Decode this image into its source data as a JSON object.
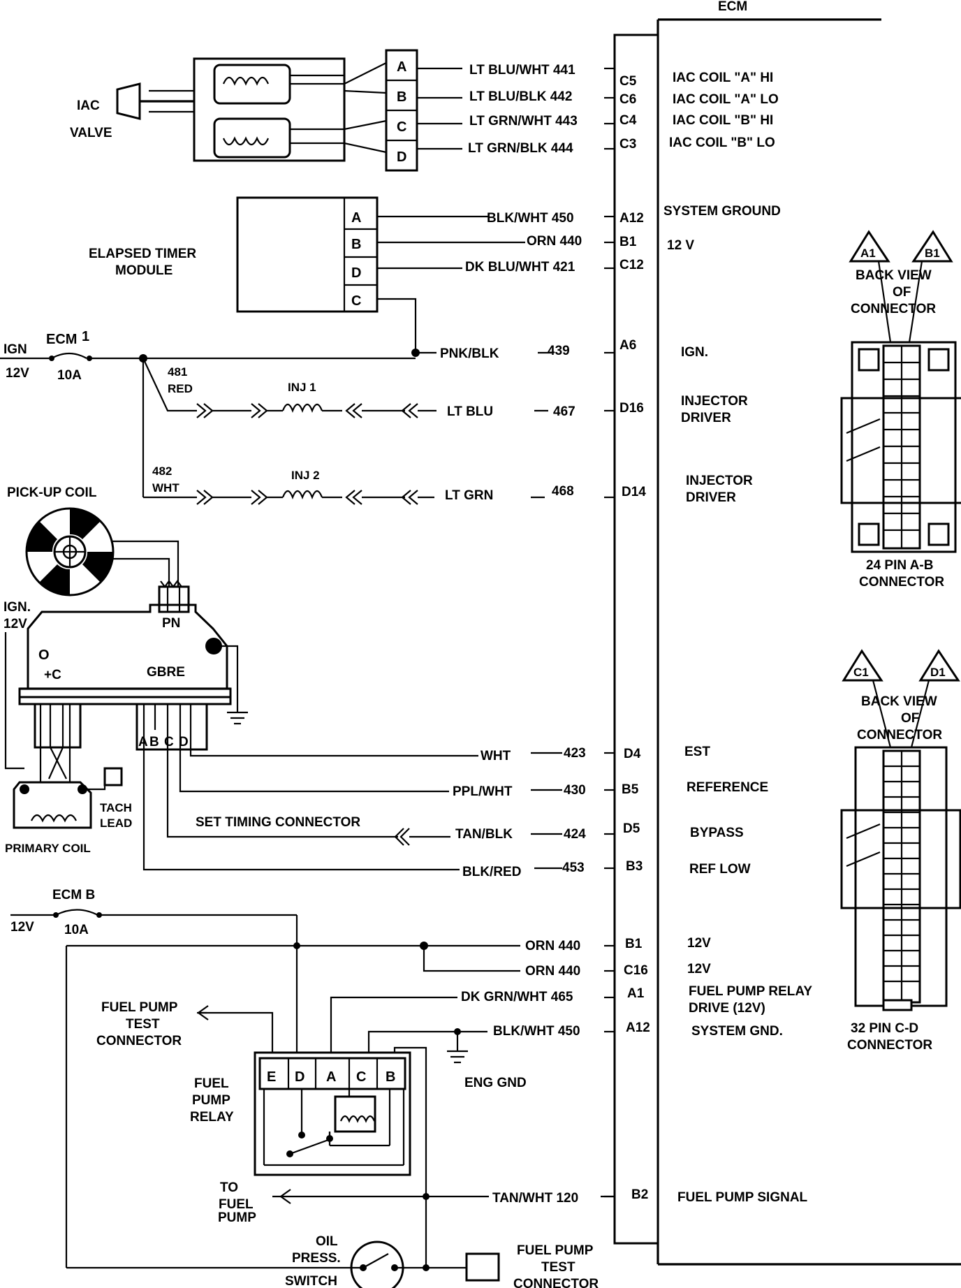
{
  "ecm": {
    "title": "ECM"
  },
  "iac": {
    "label1": "IAC",
    "label2": "VALVE",
    "pins": [
      "A",
      "B",
      "C",
      "D"
    ],
    "wires": [
      "LT BLU/WHT 441",
      "LT BLU/BLK  442",
      "LT GRN/WHT 443",
      "LT GRN/BLK  444"
    ],
    "ecm_pins": [
      "C5",
      "C6",
      "C4",
      "C3"
    ],
    "functions": [
      "IAC COIL \"A\" HI",
      "IAC COIL \"A\" LO",
      "IAC COIL \"B\" HI",
      "IAC COIL \"B\" LO"
    ]
  },
  "timer": {
    "label1": "ELAPSED TIMER",
    "label2": "MODULE",
    "pins": [
      "A",
      "B",
      "D",
      "C"
    ],
    "wires": [
      "BLK/WHT 450",
      "ORN 440",
      "DK BLU/WHT 421"
    ],
    "ecm_pins": [
      "A12",
      "B1",
      "C12"
    ],
    "functions": [
      "SYSTEM GROUND",
      "12 V"
    ]
  },
  "ign": {
    "ign_label": "IGN",
    "v12": "12V",
    "fuse_name": "ECM",
    "fuse_num": "1",
    "fuse_amp": "10A",
    "wire": "PNK/BLK",
    "wire_num": "439",
    "ecm_pin": "A6",
    "function": "IGN."
  },
  "inj1": {
    "wire_num": "481",
    "wire_color": "RED",
    "name": "INJ 1",
    "ecm_wire": "LT BLU",
    "ecm_num": "467",
    "ecm_pin": "D16",
    "function1": "INJECTOR",
    "function2": "DRIVER"
  },
  "inj2": {
    "wire_num": "482",
    "wire_color": "WHT",
    "name": "INJ 2",
    "ecm_wire": "LT GRN",
    "ecm_num": "468",
    "ecm_pin": "D14",
    "function1": "INJECTOR",
    "function2": "DRIVER"
  },
  "ignition": {
    "pickup": "PICK-UP COIL",
    "pn": "PN",
    "ign1": "IGN.",
    "ign2": "12V",
    "o": "O",
    "plus_c": "+C",
    "gbre": "GBRE",
    "module_pins": [
      "A",
      "B",
      "C",
      "D"
    ],
    "tach1": "TACH",
    "tach2": "LEAD",
    "primary": "PRIMARY COIL"
  },
  "est_rows": [
    {
      "wire": "WHT",
      "num": "423",
      "pin": "D4",
      "function": "EST"
    },
    {
      "wire": "PPL/WHT",
      "num": "430",
      "pin": "B5",
      "function": "REFERENCE"
    },
    {
      "wire": "TAN/BLK",
      "num": "424",
      "pin": "D5",
      "function": "BYPASS"
    },
    {
      "wire": "BLK/RED",
      "num": "453",
      "pin": "B3",
      "function": "REF LOW"
    }
  ],
  "set_timing": "SET TIMING CONNECTOR",
  "fuel": {
    "fuse_name": "ECM B",
    "v12": "12V",
    "fuse_amp": "10A",
    "orn1": "ORN 440",
    "pin_b1": "B1",
    "fn_b1": "12V",
    "orn2": "ORN 440",
    "pin_c16": "C16",
    "fn_c16": "12V",
    "dkgrn": "DK GRN/WHT 465",
    "pin_a1": "A1",
    "fn_a1_1": "FUEL PUMP RELAY",
    "fn_a1_2": "DRIVE (12V)",
    "blkwht": "BLK/WHT 450",
    "pin_a12": "A12",
    "fn_a12": "SYSTEM GND.",
    "test1": "FUEL PUMP",
    "test2": "TEST",
    "test3": "CONNECTOR",
    "relay1": "FUEL",
    "relay2": "PUMP",
    "relay3": "RELAY",
    "relay_pins": [
      "E",
      "D",
      "A",
      "C",
      "B"
    ],
    "eng_gnd": "ENG GND",
    "to1": "TO",
    "to2": "FUEL",
    "to3": "PUMP",
    "tanwht": "TAN/WHT 120",
    "pin_b2": "B2",
    "fn_b2": "FUEL PUMP SIGNAL",
    "oil1": "OIL",
    "oil2": "PRESS.",
    "oil3": "SWITCH",
    "fpt1": "FUEL PUMP",
    "fpt2": "TEST",
    "fpt3": "CONNECTOR"
  },
  "connectors": {
    "ab_tri1": "A1",
    "ab_tri2": "B1",
    "ab_back1": "BACK VIEW",
    "ab_back2": "OF",
    "ab_back3": "CONNECTOR",
    "ab_name1": "24 PIN A-B",
    "ab_name2": "CONNECTOR",
    "cd_tri1": "C1",
    "cd_tri2": "D1",
    "cd_back1": "BACK VIEW",
    "cd_back2": "OF",
    "cd_back3": "CONNECTOR",
    "cd_name1": "32 PIN C-D",
    "cd_name2": "CONNECTOR"
  }
}
